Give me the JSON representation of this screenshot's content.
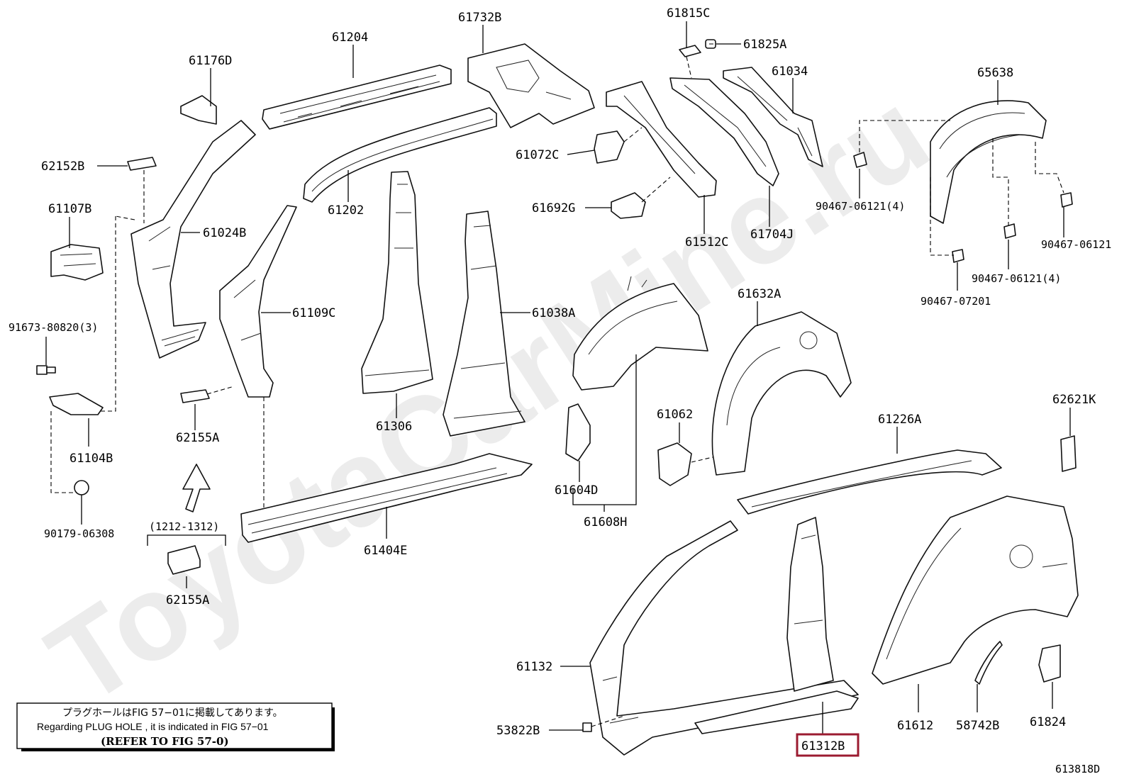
{
  "watermark": "ToyotaCarMine.ru",
  "diagram_code": "613818D",
  "highlight": {
    "part": "61312B",
    "color": "#9b1b30"
  },
  "note": {
    "jp": "プラグホールはFIG 57−01に掲載してあります。",
    "en": "Regarding  PLUG  HOLE , it is indicated in FIG  57−01",
    "ref": "(REFER TO FIG 57-0)"
  },
  "labels": {
    "p61204": "61204",
    "p61732B": "61732B",
    "p61815C": "61815C",
    "p61825A": "61825A",
    "p61034": "61034",
    "p65638": "65638",
    "p61176D": "61176D",
    "p62152B": "62152B",
    "p61107B": "61107B",
    "p61024B": "61024B",
    "p61202": "61202",
    "p61072C": "61072C",
    "p61692G": "61692G",
    "p61512C": "61512C",
    "p61704J": "61704J",
    "p90467_06121_4a": "90467-06121(4)",
    "p90467_06121_r": "90467-06121",
    "p90467_06121_4b": "90467-06121(4)",
    "p90467_07201": "90467-07201",
    "p61109C": "61109C",
    "p61038A": "61038A",
    "p91673": "91673-80820(3)",
    "p61632A": "61632A",
    "p61306": "61306",
    "p61104B": "61104B",
    "p62155A_1": "62155A",
    "p61062": "61062",
    "p61226A": "61226A",
    "p62621K": "62621K",
    "p61604D": "61604D",
    "p90179": "90179-06308",
    "p1212": "(1212-1312)",
    "p61608H": "61608H",
    "p61404E": "61404E",
    "p62155A_2": "62155A",
    "p61132": "61132",
    "p53822B": "53822B",
    "p61612": "61612",
    "p58742B": "58742B",
    "p61824": "61824",
    "p61312B": "61312B"
  }
}
